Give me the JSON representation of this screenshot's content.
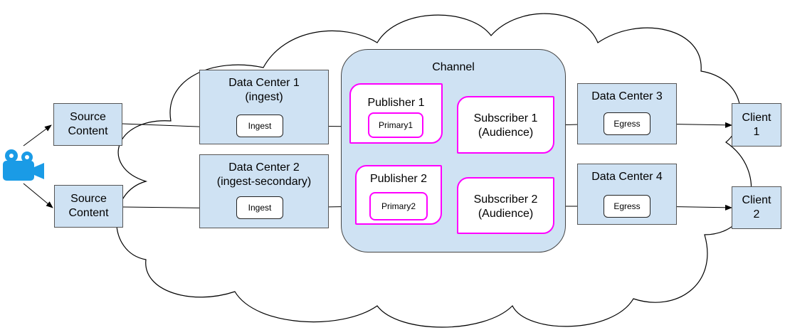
{
  "source_boxes": [
    {
      "label": "Source\nContent"
    },
    {
      "label": "Source\nContent"
    }
  ],
  "data_centers": [
    {
      "label": "Data Center 1\n(ingest)",
      "node": "Ingest"
    },
    {
      "label": "Data Center 2\n(ingest-secondary)",
      "node": "Ingest"
    },
    {
      "label": "Data Center 3",
      "node": "Egress"
    },
    {
      "label": "Data Center 4",
      "node": "Egress"
    }
  ],
  "channel": {
    "title": "Channel",
    "publishers": [
      {
        "label": "Publisher 1",
        "node": "Primary1"
      },
      {
        "label": "Publisher 2",
        "node": "Primary2"
      }
    ],
    "subscribers": [
      {
        "label": "Subscriber 1\n(Audience)"
      },
      {
        "label": "Subscriber 2\n(Audience)"
      }
    ]
  },
  "clients": [
    {
      "label": "Client\n1"
    },
    {
      "label": "Client\n2"
    }
  ],
  "colors": {
    "box_fill": "#cfe2f3",
    "highlight": "#ff00ff",
    "camera": "#1a9be6"
  },
  "icons": {
    "source_device": "video-camera-icon"
  }
}
